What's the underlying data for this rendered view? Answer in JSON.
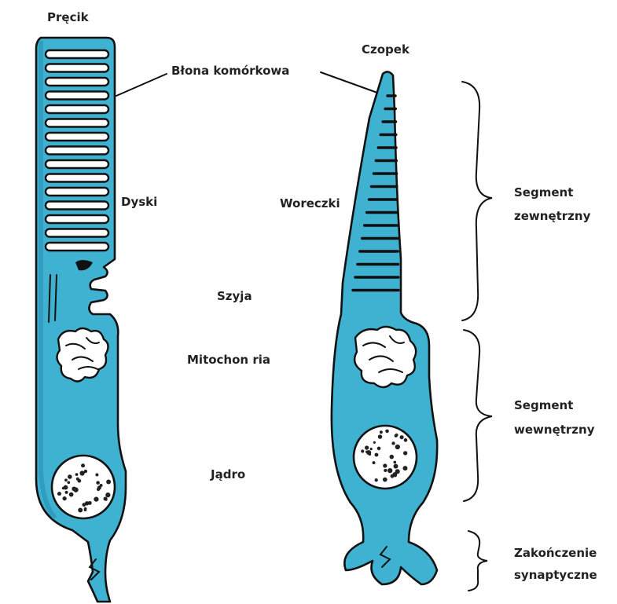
{
  "labels": {
    "rod": "Pręcik",
    "cone": "Czopek",
    "cell_membrane": "Błona komórkowa",
    "discs": "Dyski",
    "sacs": "Woreczki",
    "neck": "Szyja",
    "mitochondria": "Mitochon ria",
    "nucleus": "Jądro",
    "outer_segment_line1": "Segment",
    "outer_segment_line2": "zewnętrzny",
    "inner_segment_line1": "Segment",
    "inner_segment_line2": "wewnętrzny",
    "synaptic_line1": "Zakończenie",
    "synaptic_line2": "synaptyczne"
  },
  "colors": {
    "cell_fill": "#3FB2D2",
    "cell_shade": "#2A93B8",
    "outline": "#111111",
    "organelle_fill": "#ffffff",
    "text": "#222222"
  }
}
